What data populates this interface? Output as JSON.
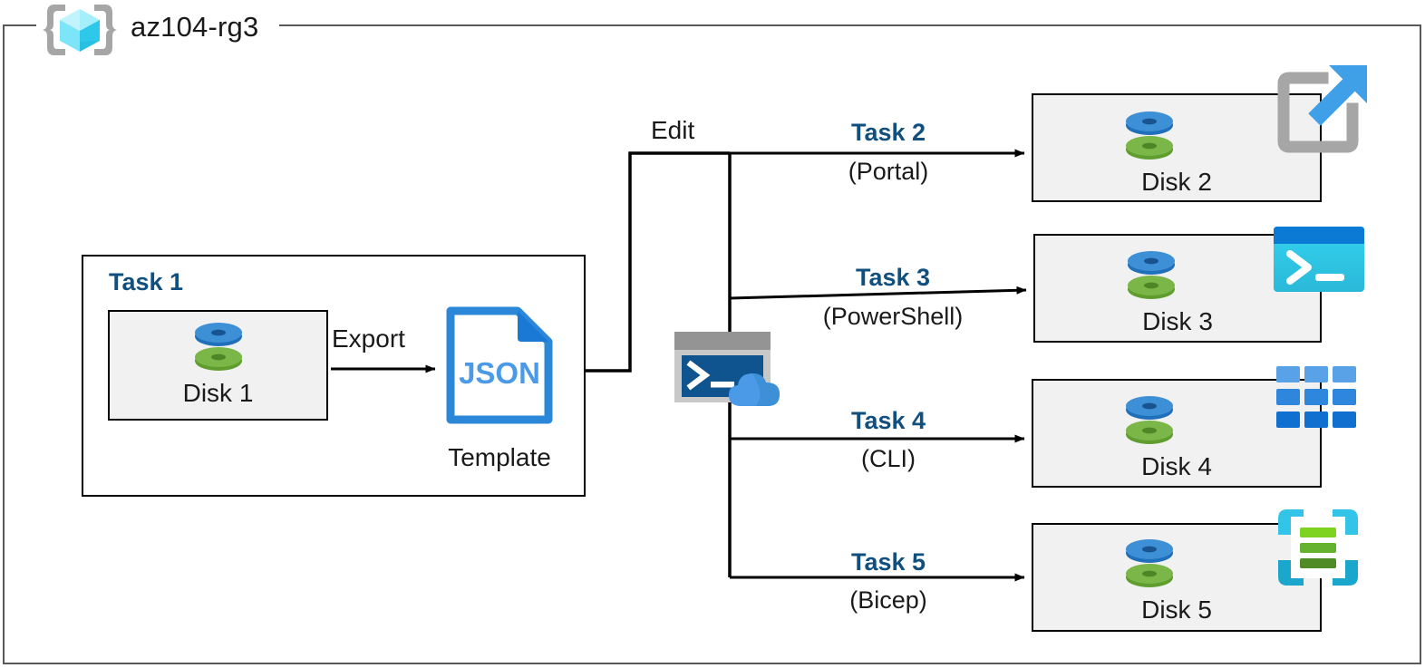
{
  "resource_group": {
    "name": "az104-rg3",
    "icon": "azure-resource-group-icon"
  },
  "task1": {
    "label": "Task 1",
    "source_resource": {
      "label": "Disk 1",
      "icon": "disk-icon"
    },
    "export_edge_label": "Export",
    "template": {
      "file_type": "JSON",
      "label": "Template",
      "icon": "json-file-icon"
    }
  },
  "edit_edge_label": "Edit",
  "cloud_shell": {
    "icon": "azure-cloud-shell-icon",
    "prompt": ">_"
  },
  "branches": [
    {
      "task": "Task 2",
      "method": "(Portal)",
      "target": "Disk 2",
      "tool_icon": "portal-open-in-new-window-icon"
    },
    {
      "task": "Task 3",
      "method": "(PowerShell)",
      "target": "Disk 3",
      "tool_icon": "powershell-terminal-icon"
    },
    {
      "task": "Task 4",
      "method": "(CLI)",
      "target": "Disk 4",
      "tool_icon": "cli-grid-icon"
    },
    {
      "task": "Task 5",
      "method": "(Bicep)",
      "target": "Disk 5",
      "tool_icon": "bicep-file-icon"
    }
  ],
  "colors": {
    "accent_blue": "#11507e",
    "container_border": "#595959",
    "box_border": "#000000",
    "box_fill": "#f1f1f1",
    "disk_top": "#3d8fd6",
    "disk_bottom": "#7ab648",
    "json_blue": "#2b88d8",
    "cloud_shell_terminal": "#10548f",
    "powershell_cyan": "#32cdec",
    "bicep_cyan": "#32c5e8",
    "bicep_green": "#7ac143"
  }
}
